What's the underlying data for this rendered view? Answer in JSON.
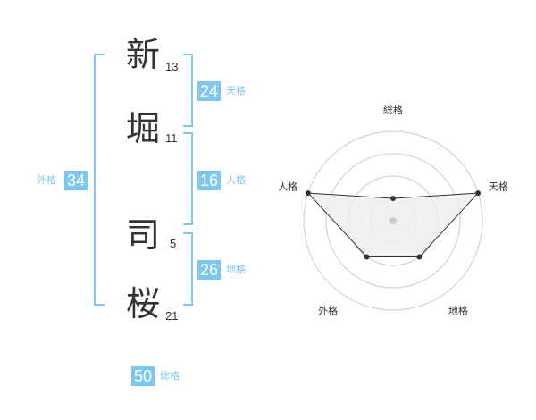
{
  "name": {
    "chars": [
      {
        "char": "新",
        "strokes": "13"
      },
      {
        "char": "堀",
        "strokes": "11"
      },
      {
        "char": "司",
        "strokes": "5"
      },
      {
        "char": "桜",
        "strokes": "21"
      }
    ]
  },
  "fortune": {
    "tenkaku": {
      "value": "24",
      "label": "天格"
    },
    "jinkaku": {
      "value": "16",
      "label": "人格"
    },
    "chikaku": {
      "value": "26",
      "label": "地格"
    },
    "gaikaku": {
      "value": "34",
      "label": "外格"
    },
    "soukaku": {
      "value": "50",
      "label": "総格"
    }
  },
  "colors": {
    "accent": "#7dc8f2",
    "text": "#333333",
    "ring": "#cccccc",
    "fill": "#eeeeee"
  },
  "chart_data": {
    "type": "radar",
    "axes": [
      "総格",
      "天格",
      "地格",
      "外格",
      "人格"
    ],
    "values": [
      1,
      4,
      2,
      2,
      4
    ],
    "max": 4,
    "rings": 4
  }
}
